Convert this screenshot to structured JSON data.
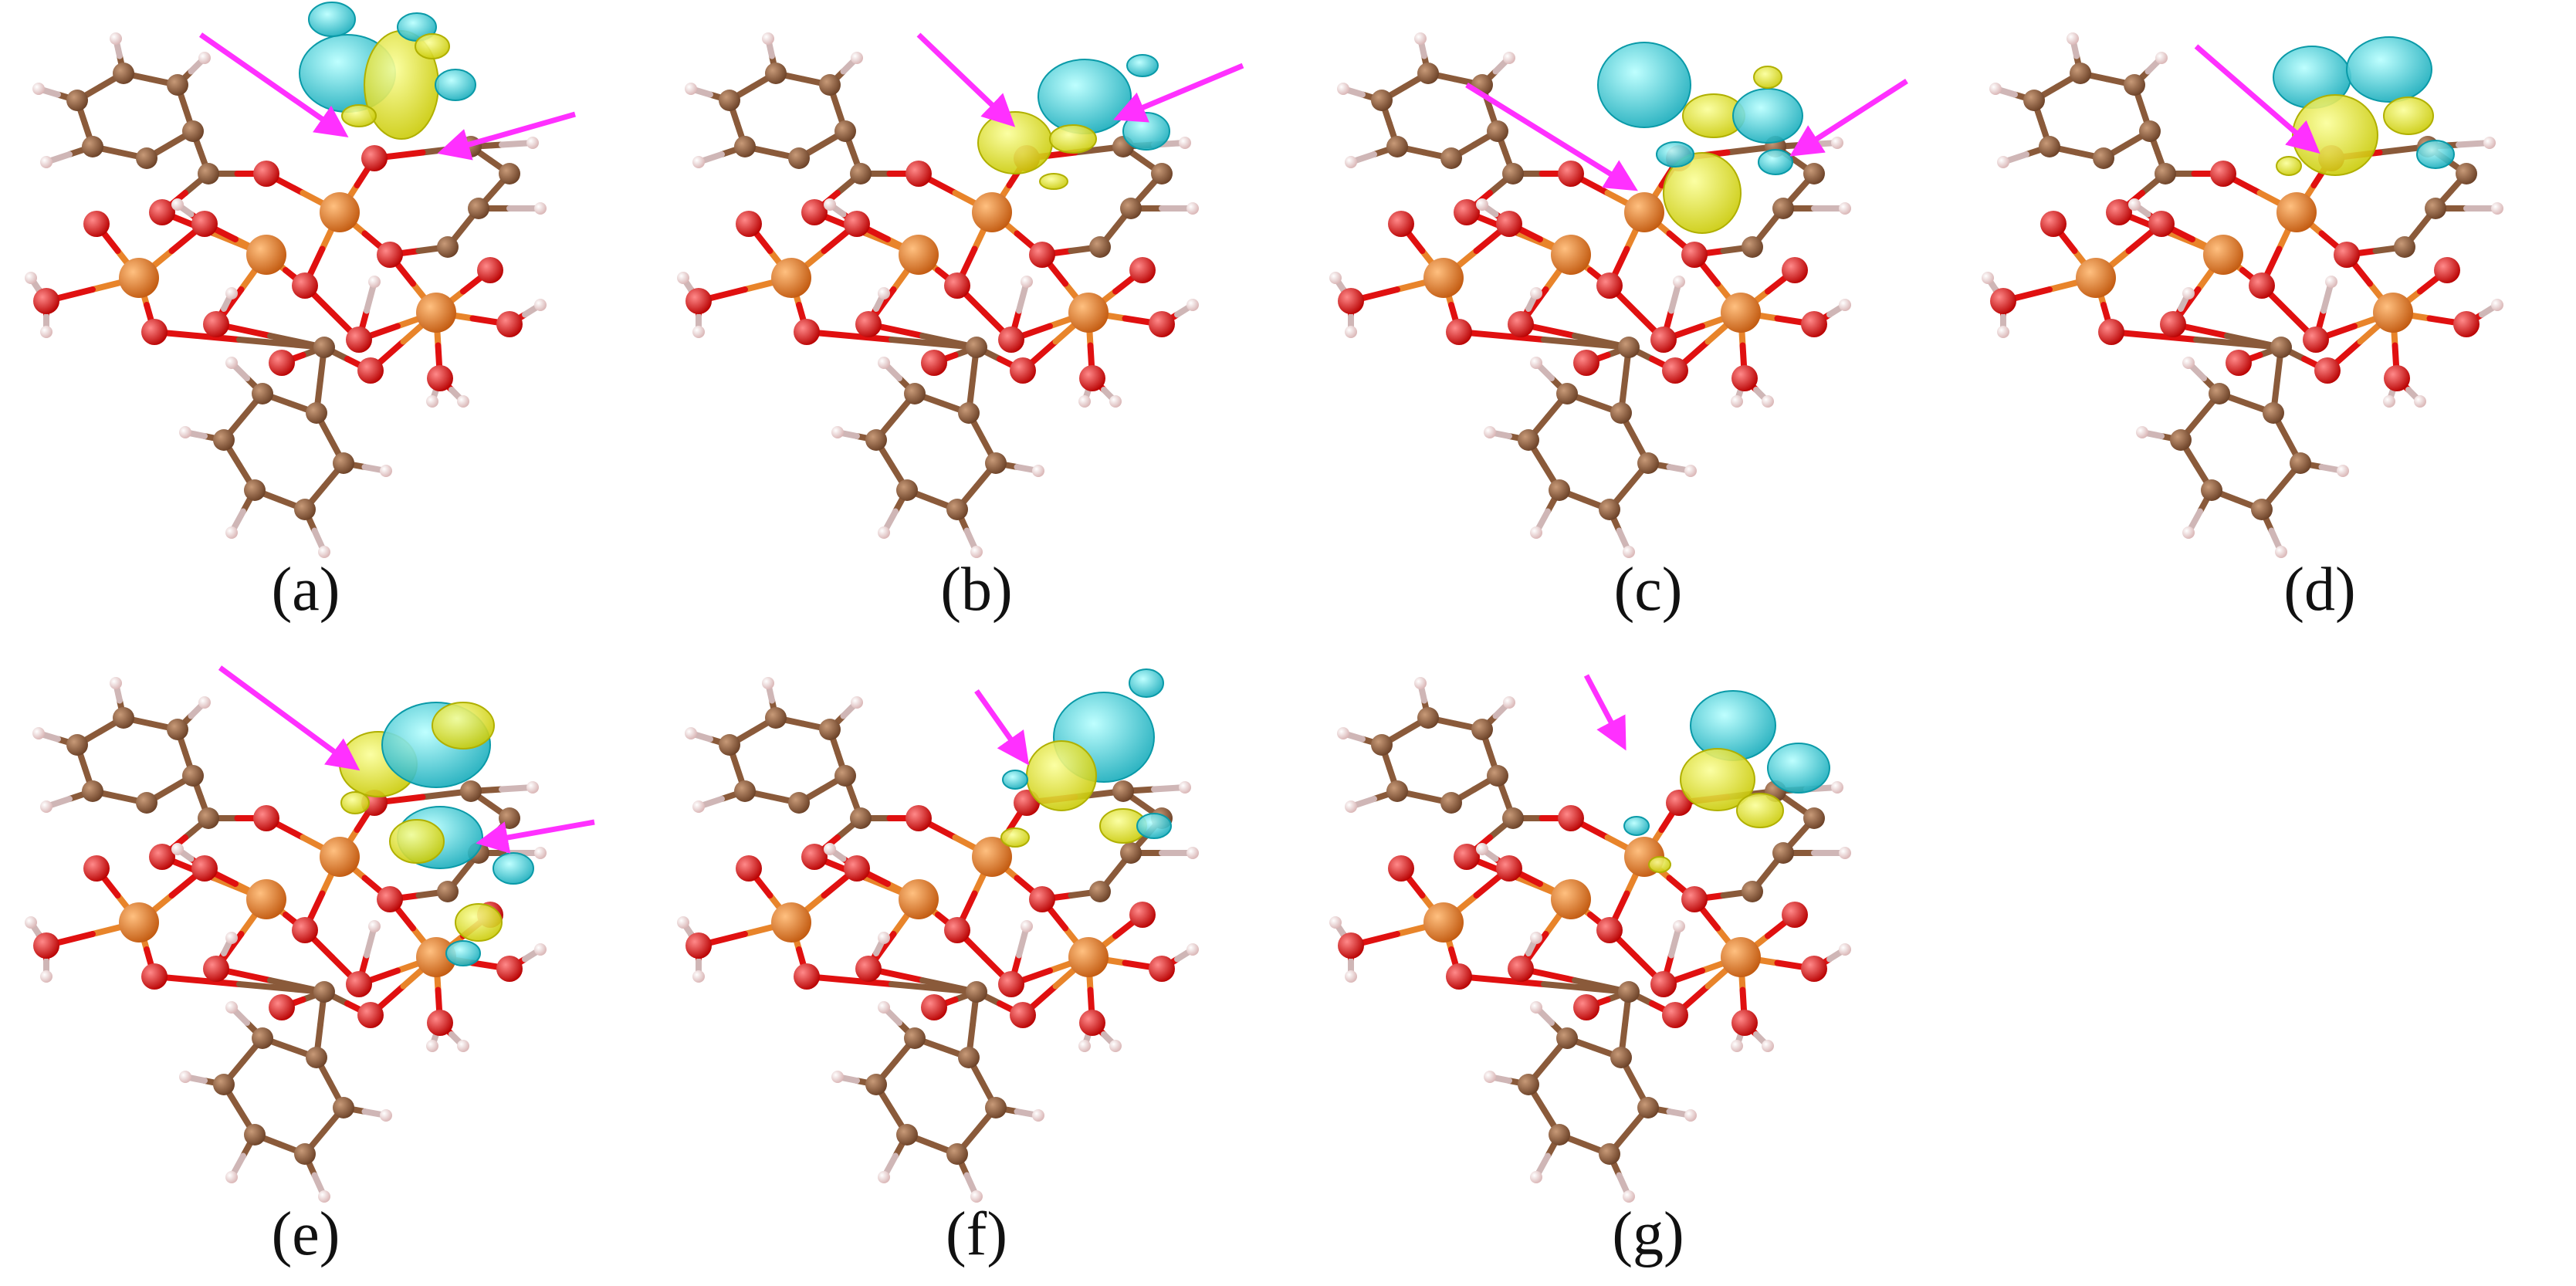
{
  "figure": {
    "panels": [
      {
        "id": "a",
        "label": "(a)",
        "arrow_count": 2
      },
      {
        "id": "b",
        "label": "(b)",
        "arrow_count": 2
      },
      {
        "id": "c",
        "label": "(c)",
        "arrow_count": 2
      },
      {
        "id": "d",
        "label": "(d)",
        "arrow_count": 1
      },
      {
        "id": "e",
        "label": "(e)",
        "arrow_count": 2
      },
      {
        "id": "f",
        "label": "(f)",
        "arrow_count": 1
      },
      {
        "id": "g",
        "label": "(g)",
        "arrow_count": 1
      }
    ]
  },
  "colors": {
    "carbon": "#8a5a3a",
    "oxygen": "#e01010",
    "metal": "#e8842a",
    "hydrogen": "#f2d6d6",
    "isosurface_positive": "#f0f020",
    "isosurface_negative": "#20d0d8",
    "arrow": "#ff30ff"
  }
}
